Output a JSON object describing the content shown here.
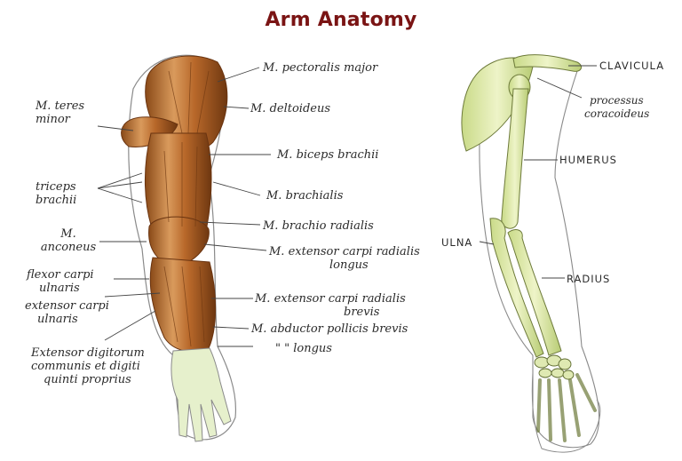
{
  "title": "Arm Anatomy",
  "colors": {
    "title": "#7a1414",
    "muscle": "#b8682a",
    "muscle_dark": "#7a3f14",
    "bone": "#dbe8a8",
    "bone_outline": "#6d7a3a",
    "skin_outline": "#7a7a7a",
    "leader_line": "#444444"
  },
  "muscle_diagram": {
    "left_labels": [
      {
        "id": "teres-minor",
        "lines": [
          "M. teres",
          "minor"
        ]
      },
      {
        "id": "triceps-brachii",
        "lines": [
          "triceps",
          "brachii"
        ]
      },
      {
        "id": "anconeus",
        "lines": [
          "M.",
          "anconeus"
        ]
      },
      {
        "id": "flexor-carpi-ulnaris",
        "lines": [
          "flexor carpi",
          "ulnaris"
        ]
      },
      {
        "id": "extensor-carpi-ulnaris",
        "lines": [
          "extensor carpi",
          "ulnaris"
        ]
      },
      {
        "id": "extensor-digitorum",
        "lines": [
          "Extensor digitorum",
          "communis et digiti",
          "quinti proprius"
        ]
      }
    ],
    "right_labels": [
      {
        "id": "pectoralis-major",
        "lines": [
          "M. pectoralis major"
        ]
      },
      {
        "id": "deltoideus",
        "lines": [
          "M. deltoideus"
        ]
      },
      {
        "id": "biceps-brachii",
        "lines": [
          "M. biceps brachii"
        ]
      },
      {
        "id": "brachialis",
        "lines": [
          "M. brachialis"
        ]
      },
      {
        "id": "brachioradialis",
        "lines": [
          "M. brachio radialis"
        ]
      },
      {
        "id": "ext-carpi-rad-longus",
        "lines": [
          "M. extensor carpi radialis",
          "longus"
        ]
      },
      {
        "id": "ext-carpi-rad-brevis",
        "lines": [
          "M. extensor carpi radialis",
          "brevis"
        ]
      },
      {
        "id": "abd-pollicis-brevis",
        "lines": [
          "M. abductor pollicis brevis"
        ]
      },
      {
        "id": "abd-pollicis-longus",
        "lines": [
          "\"          \"   longus"
        ]
      }
    ]
  },
  "skeleton_diagram": {
    "labels": [
      {
        "id": "clavicula",
        "lines": [
          "CLAVICULA"
        ]
      },
      {
        "id": "processus-coracoideus",
        "lines": [
          "processus",
          "coracoideus"
        ]
      },
      {
        "id": "humerus",
        "lines": [
          "HUMERUS"
        ]
      },
      {
        "id": "ulna",
        "lines": [
          "ULNA"
        ]
      },
      {
        "id": "radius",
        "lines": [
          "RADIUS"
        ]
      }
    ]
  }
}
